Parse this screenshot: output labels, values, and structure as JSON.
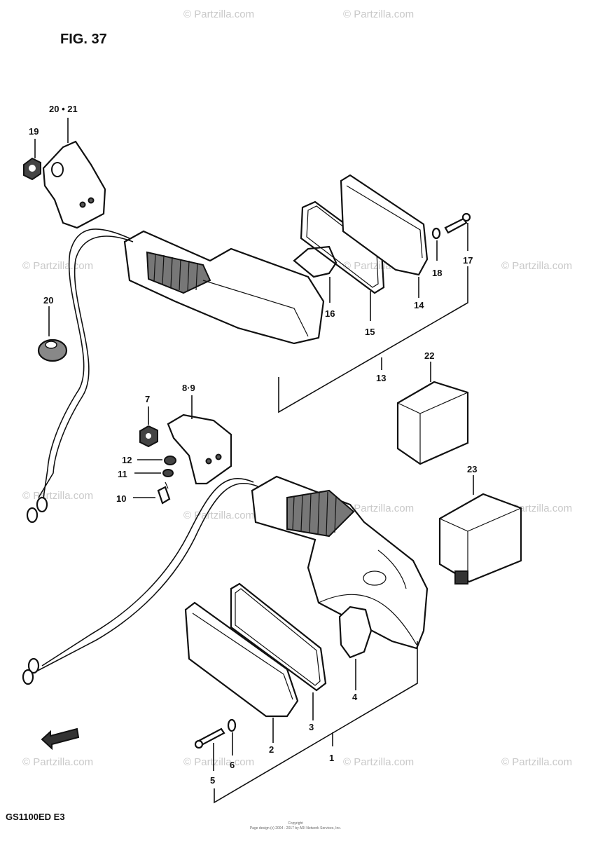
{
  "figure": {
    "title": "FIG. 37",
    "model": "GS1100ED  E3"
  },
  "watermark": "© Partzilla.com",
  "copyright_line1": "Copyright",
  "copyright_line2": "Page design (c) 2004 - 2017 by ARI Network Services, Inc.",
  "callouts": {
    "c1": "1",
    "c2": "2",
    "c3": "3",
    "c4": "4",
    "c5": "5",
    "c6": "6",
    "c7": "7",
    "c89": "8·9",
    "c10": "10",
    "c11": "11",
    "c12": "12",
    "c13": "13",
    "c14": "14",
    "c15": "15",
    "c16": "16",
    "c17": "17",
    "c18": "18",
    "c19": "19",
    "c20a": "20",
    "c2021": "20 • 21",
    "c22": "22",
    "c23": "23"
  }
}
